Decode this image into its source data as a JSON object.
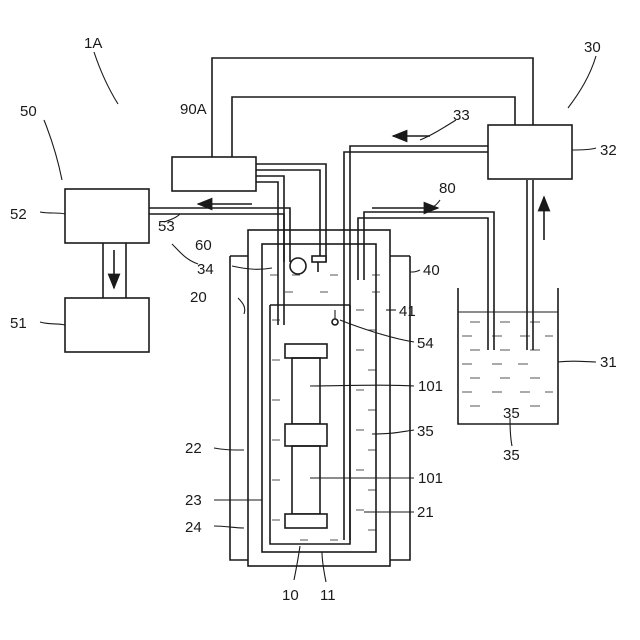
{
  "labels": {
    "system": "1A",
    "cooling_device": "30",
    "controller": "90A",
    "measuring_device": "50",
    "tank": "31",
    "cooler": "32",
    "pipe_33": "33",
    "pipe_34": "34",
    "liquid_tank": "35",
    "liquid_container": "35",
    "liquid_cryostat": "35",
    "cryostat": "40",
    "vacuum": "41",
    "pipe_80": "80",
    "sensor_60": "60",
    "part_54": "54",
    "pipe_53": "53",
    "box_52": "52",
    "box_51": "51",
    "vessel_20": "20",
    "wall_22": "22",
    "wall_23": "23",
    "wall_24": "24",
    "space_21": "21",
    "sample_10": "10",
    "part_11": "11",
    "element_top": "101",
    "element_bottom": "101"
  }
}
